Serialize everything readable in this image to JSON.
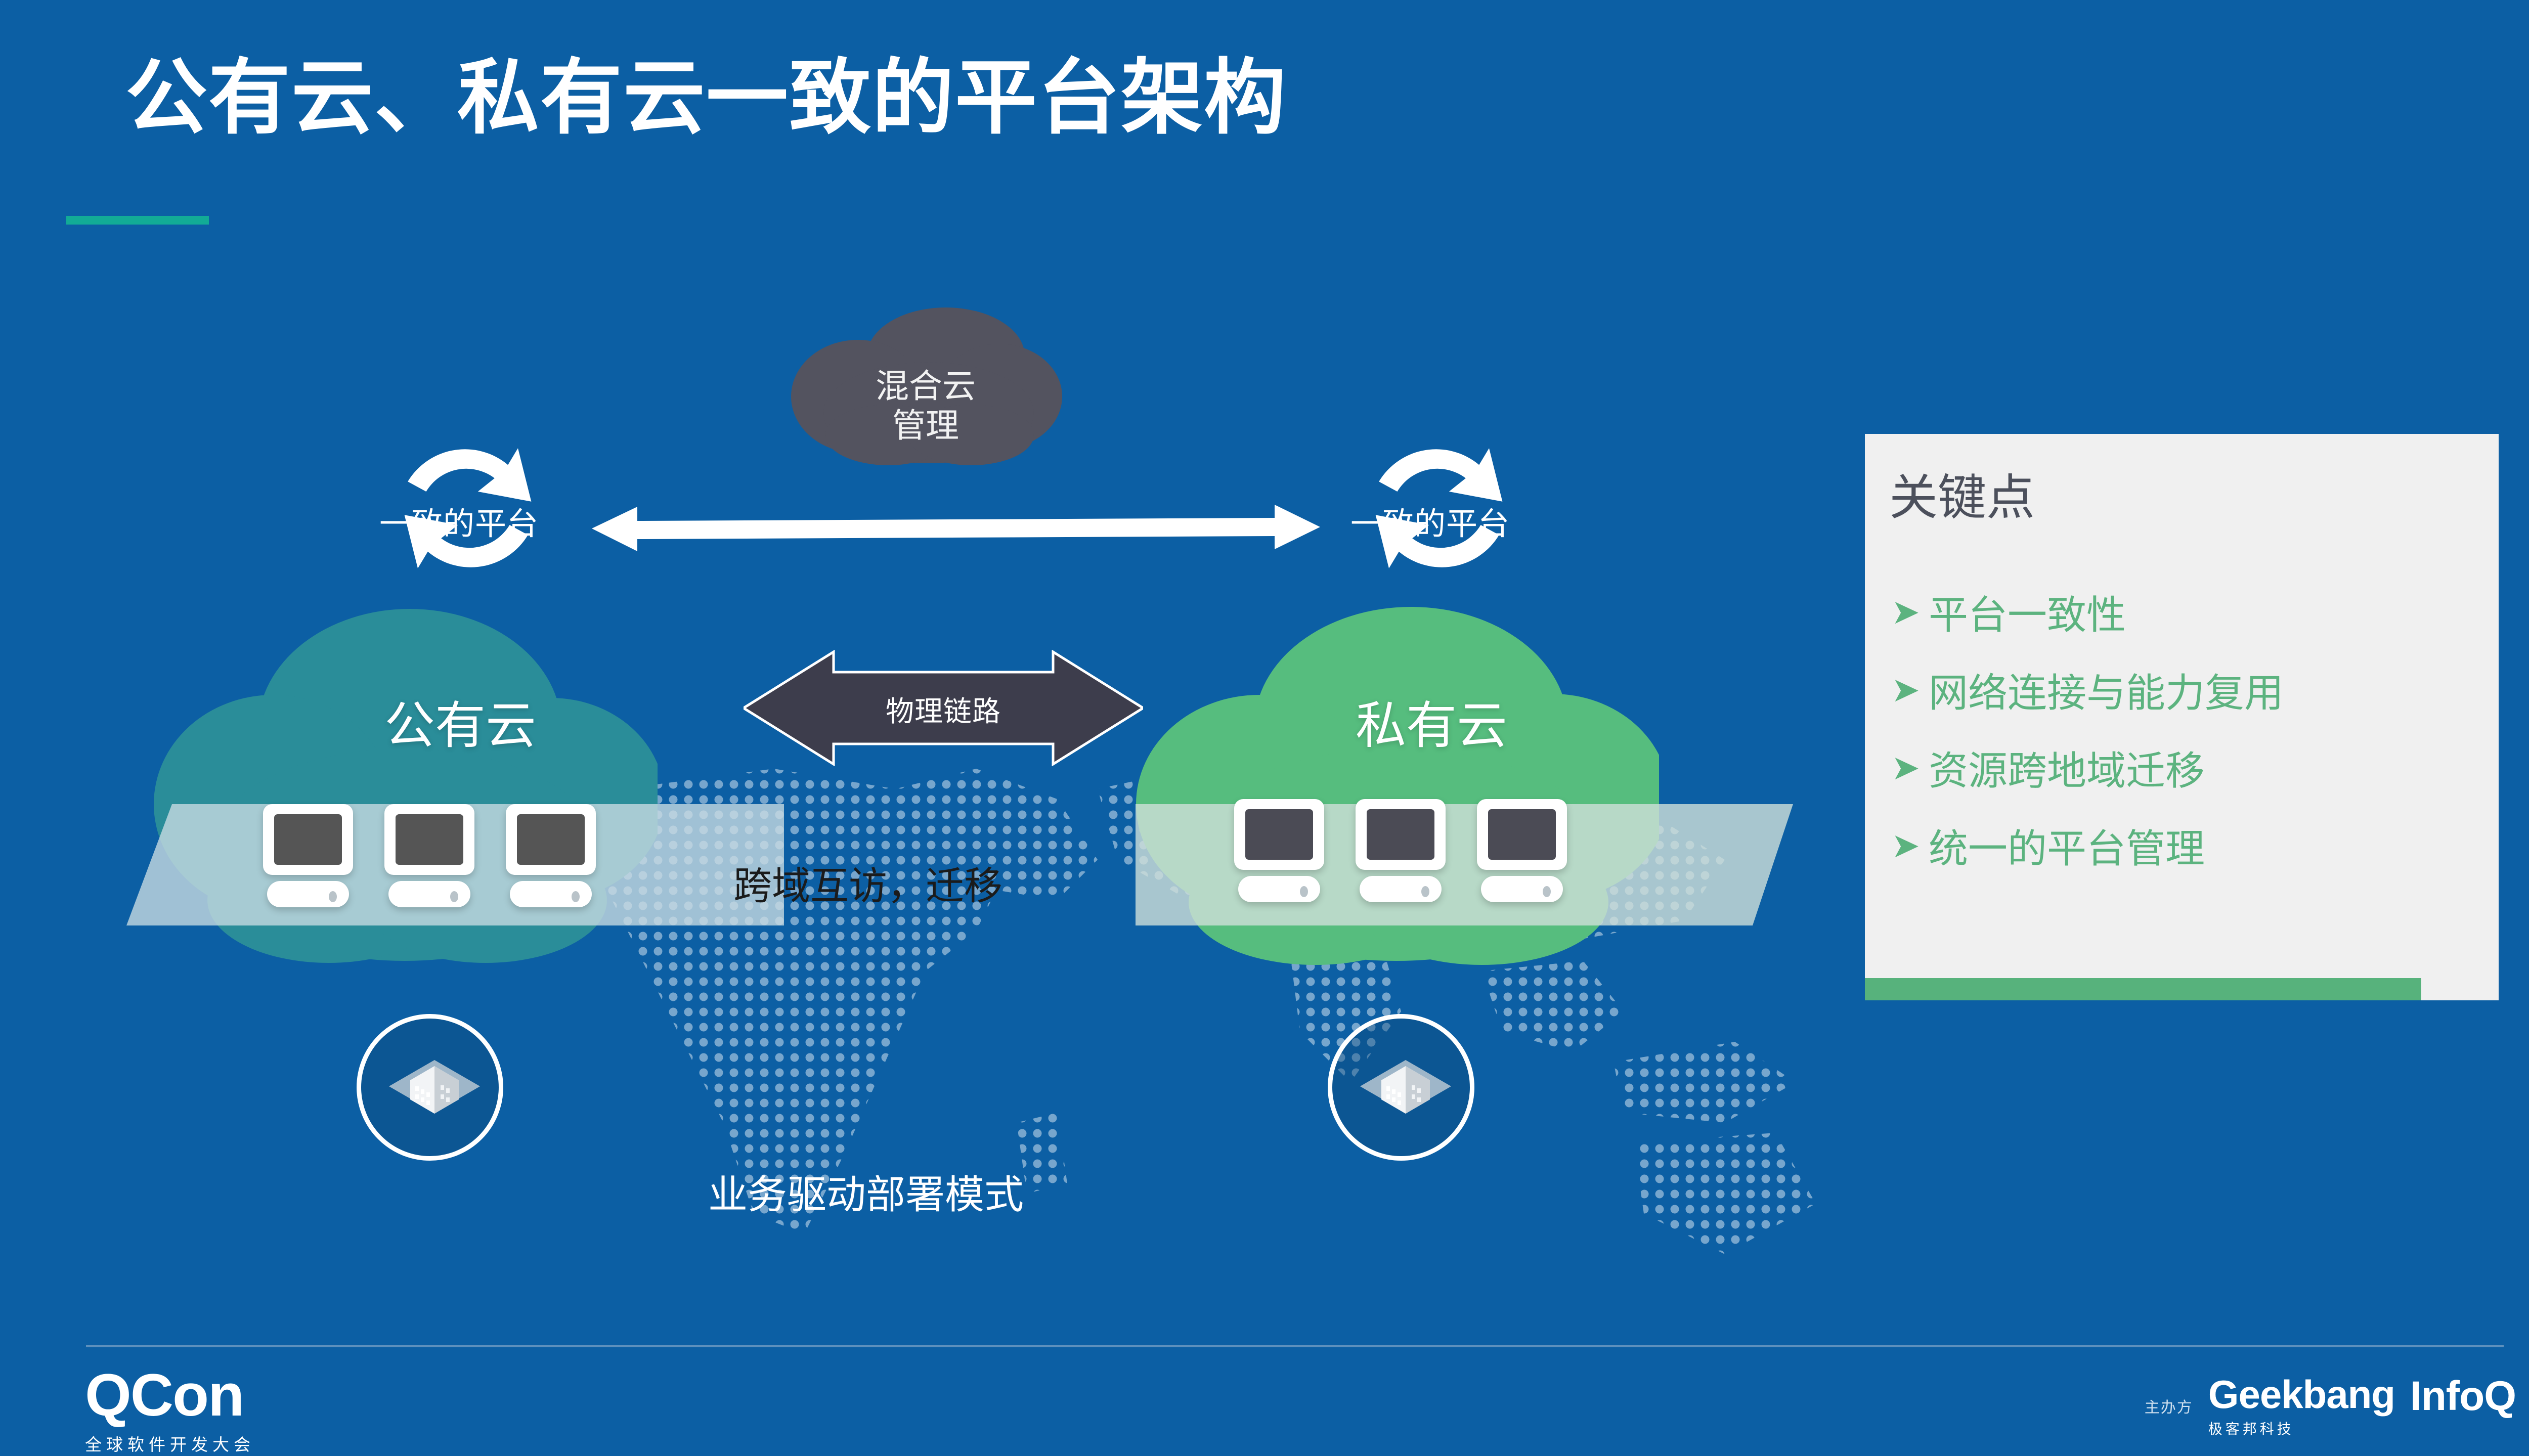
{
  "slide": {
    "title": "公有云、私有云一致的平台架构",
    "background_color": "#0c5fa4",
    "accent_color": "#12ab96"
  },
  "diagram": {
    "hybrid_cloud": {
      "line1": "混合云",
      "line2": "管理",
      "color": "#53535f"
    },
    "sync_left_label": "一致的平台",
    "sync_right_label": "一致的平台",
    "public_cloud": {
      "label": "公有云",
      "color": "#2a8d99"
    },
    "private_cloud": {
      "label": "私有云",
      "color": "#56bd7e"
    },
    "physical_link_label": "物理链路",
    "cross_domain_label": "跨域互访，迁移",
    "caption": "业务驱动部署模式",
    "computer_count_per_cloud": 3
  },
  "panel": {
    "title": "关键点",
    "title_color": "#4c505c",
    "item_color": "#5cb37f",
    "bullet_glyph": "➤",
    "items": [
      {
        "label": "平台一致性"
      },
      {
        "label": "网络连接与能力复用"
      },
      {
        "label": "资源跨地域迁移"
      },
      {
        "label": "统一的平台管理"
      }
    ]
  },
  "footer": {
    "brand": "QCon",
    "brand_sub": "全球软件开发大会",
    "sponsor_prefix": "主办方",
    "sponsor_geekbang": "Geekbang",
    "sponsor_geekbang_sub": "极客邦科技",
    "sponsor_infoq": "InfoQ"
  }
}
